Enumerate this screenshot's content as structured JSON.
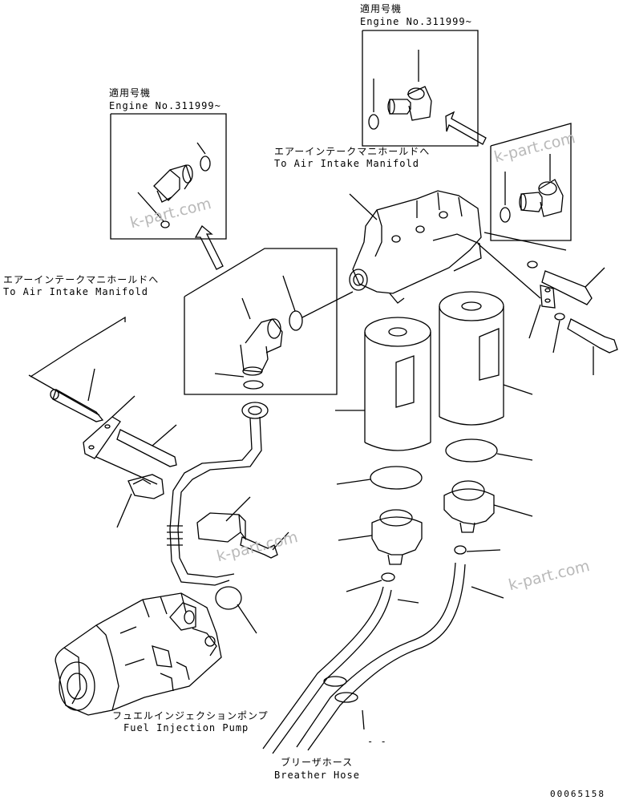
{
  "labels": {
    "applicable_jp": "適用号機",
    "engine_no": "Engine No.311999~",
    "to_manifold_jp": "エアーインテークマニホールドへ",
    "to_manifold_en": "To Air Intake Manifold",
    "injection_pump_jp": "フュエルインジェクションポンプ",
    "injection_pump_en": "Fuel Injection Pump",
    "breather_hose_jp": "ブリーザホース",
    "breather_hose_en": "Breather Hose",
    "drawing_number": "00065158",
    "dash_mark": "- -"
  },
  "watermark": "k-part.com"
}
